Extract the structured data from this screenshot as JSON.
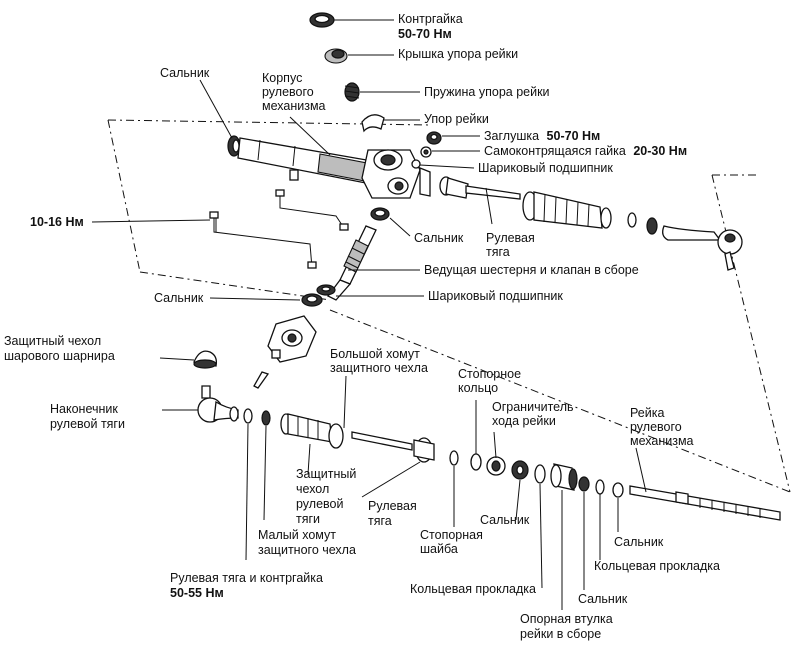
{
  "labels": {
    "lock_nut": "Контргайка",
    "lock_nut_torque": "50-70 Нм",
    "rack_guide_cap": "Крышка упора рейки",
    "rack_guide_spring": "Пружина упора рейки",
    "rack_guide": "Упор рейки",
    "plug": "Заглушка",
    "plug_torque": "50-70 Нм",
    "self_lock_nut": "Самоконтрящаяся гайка",
    "self_lock_nut_torque": "20-30 Нм",
    "ball_bearing_top": "Шариковый подшипник",
    "oil_seal_top_left": "Сальник",
    "housing_1": "Корпус",
    "housing_2": "рулевого",
    "housing_3": "механизма",
    "oil_seal_mid": "Сальник",
    "tie_rod_top_1": "Рулевая",
    "tie_rod_top_2": "тяга",
    "torque_pipes": "10-16 Нм",
    "pinion_valve": "Ведущая шестерня и клапан в сборе",
    "oil_seal_left": "Сальник",
    "ball_bearing_mid": "Шариковый подшипник",
    "boot_ball_joint_1": "Защитный чехол",
    "boot_ball_joint_2": "шарового шарнира",
    "tie_rod_end_1": "Наконечник",
    "tie_rod_end_2": "рулевой тяги",
    "large_clamp_1": "Большой хомут",
    "large_clamp_2": "защитного чехла",
    "snap_ring_1": "Стопорное",
    "snap_ring_2": "кольцо",
    "rack_stopper_1": "Ограничитель",
    "rack_stopper_2": "хода рейки",
    "rack_1": "Рейка",
    "rack_2": "рулевого",
    "rack_3": "механизма",
    "boot_1": "Защитный",
    "boot_2": "чехол",
    "boot_3": "рулевой",
    "boot_4": "тяги",
    "tie_rod_bottom_1": "Рулевая",
    "tie_rod_bottom_2": "тяга",
    "oil_seal_bottom_mid": "Сальник",
    "lock_washer_1": "Стопорная",
    "lock_washer_2": "шайба",
    "small_clamp_1": "Малый хомут",
    "small_clamp_2": "защитного чехла",
    "o_ring_mid": "Кольцевая прокладка",
    "tie_rod_locknut": "Рулевая тяга и контргайка",
    "tie_rod_locknut_torque": "50-55 Нм",
    "rack_bushing_1": "Опорная втулка",
    "rack_bushing_2": "рейки в сборе",
    "oil_seal_bottom": "Сальник",
    "o_ring_right": "Кольцевая прокладка",
    "oil_seal_right": "Сальник"
  }
}
